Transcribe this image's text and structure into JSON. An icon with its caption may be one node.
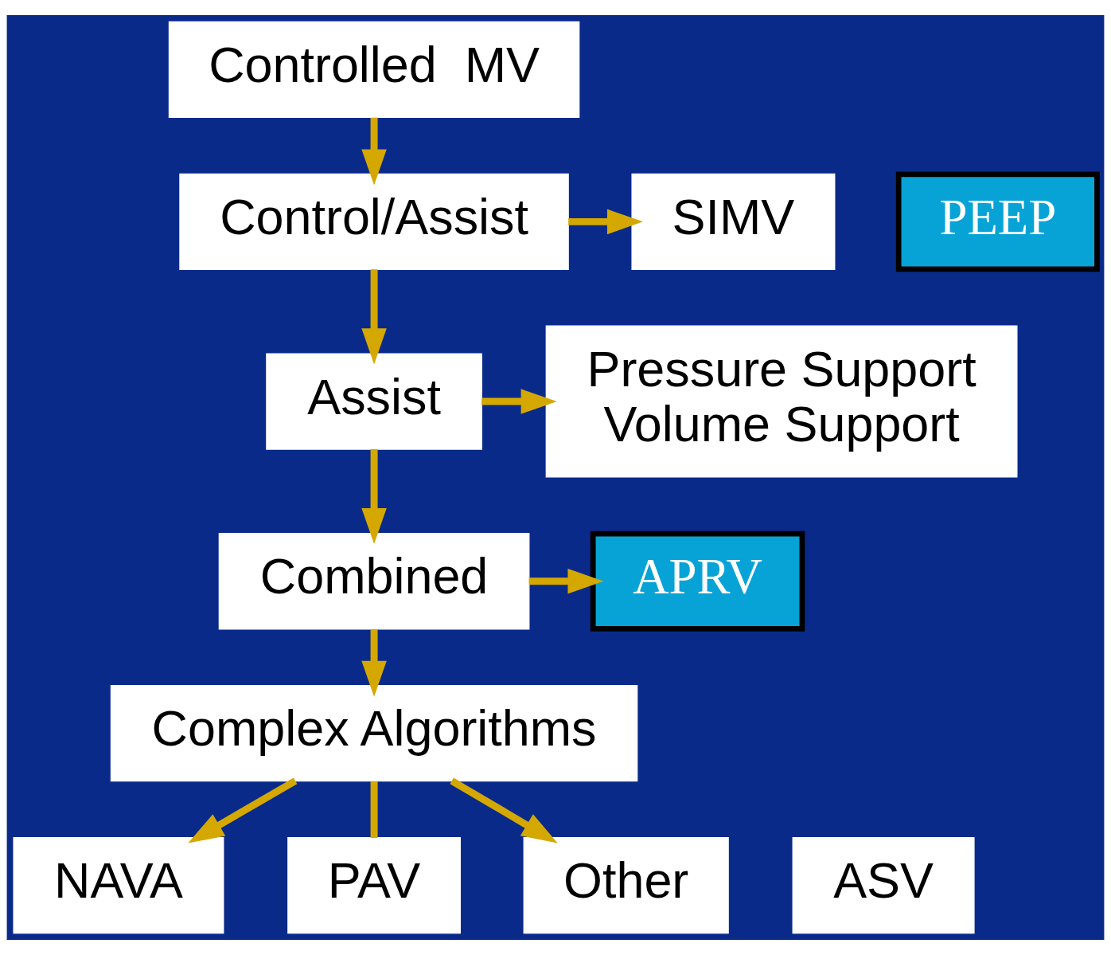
{
  "diagram": {
    "nodes": [
      {
        "text": [
          "Controlled  MV"
        ]
      },
      {
        "text": [
          "Control/Assist"
        ]
      },
      {
        "text": [
          "SIMV"
        ]
      },
      {
        "text": [
          "PEEP"
        ]
      },
      {
        "text": [
          "Assist"
        ]
      },
      {
        "text": [
          "Pressure Support",
          "Volume Support"
        ]
      },
      {
        "text": [
          "Combined"
        ]
      },
      {
        "text": [
          "APRV"
        ]
      },
      {
        "text": [
          "Complex Algorithms"
        ]
      },
      {
        "text": [
          "NAVA"
        ]
      },
      {
        "text": [
          "PAV"
        ]
      },
      {
        "text": [
          "ASV"
        ]
      },
      {
        "text": [
          "Other"
        ]
      }
    ],
    "edges": [
      {
        "from": 0,
        "to": 1,
        "arrow": "to"
      },
      {
        "from": 1,
        "to": 2,
        "arrow": "to"
      },
      {
        "from": 1,
        "to": 4,
        "arrow": "to"
      },
      {
        "from": 4,
        "to": 5,
        "arrow": "to"
      },
      {
        "from": 4,
        "to": 6,
        "arrow": "to"
      },
      {
        "from": 6,
        "to": 7,
        "arrow": "to"
      },
      {
        "from": 6,
        "to": 8,
        "arrow": "to"
      },
      {
        "from": 8,
        "to": 9,
        "arrow": "to"
      },
      {
        "from": 8,
        "to": 10,
        "arrow": "none"
      },
      {
        "from": 8,
        "to": 12,
        "arrow": "to"
      }
    ]
  }
}
